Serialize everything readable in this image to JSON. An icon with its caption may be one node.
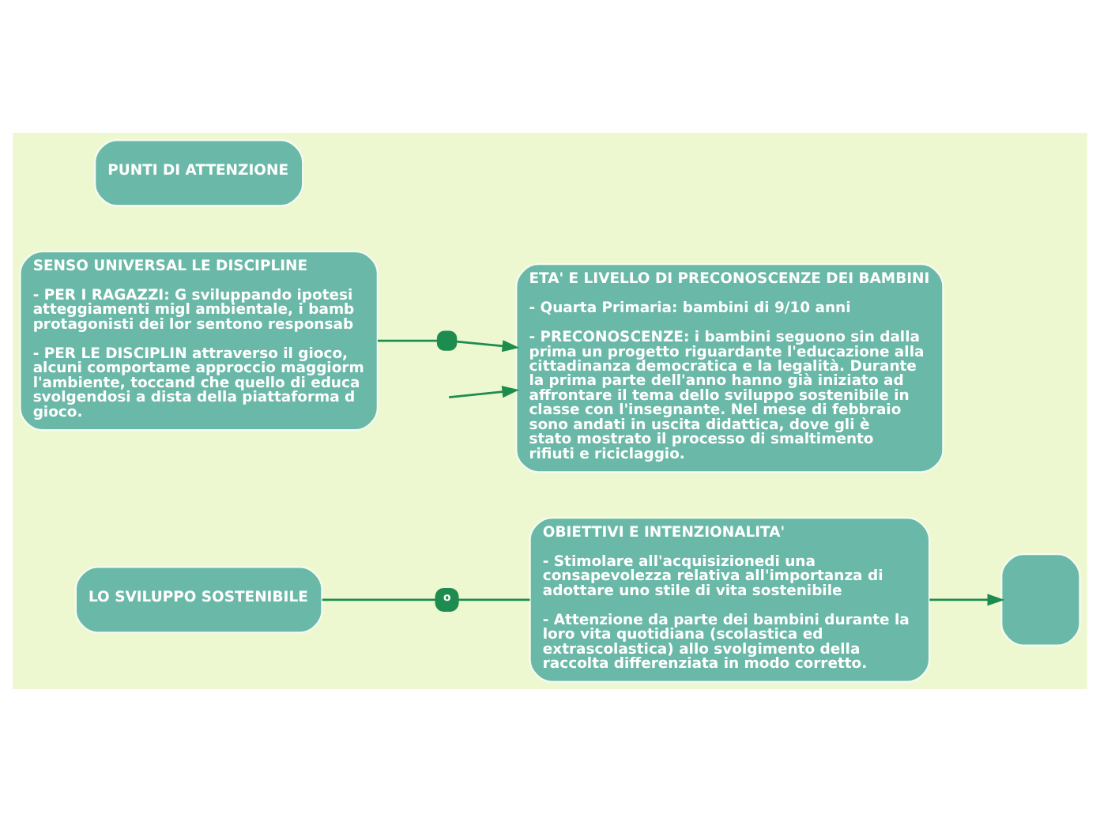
{
  "diagram": {
    "nodes": [
      {
        "text": [
          "OBIETTIVI E INTENZIONALITA'",
          "- Stimolare all'acquisizionedi una consapevolezza relativa all'importanza di adottare uno stile di vita sostenibile",
          "- Attenzione da parte dei bambini durante la loro vita quotidiana (scolastica ed extrascolastica) allo svolgimento della raccolta differenziata in modo corretto."
        ]
      },
      {
        "text": [],
        "shape": "box"
      },
      {
        "text": [
          "o"
        ]
      },
      {
        "text": [
          "LO SVILUPPO SOSTENIBILE"
        ]
      },
      {
        "text": [
          "SENSO UNIVERSAL LE DISCIPLINE",
          "- PER I RAGAZZI: G sviluppando ipotesi atteggiamenti migl ambientale, i bamb protagonisti dei lor sentono responsab",
          "- PER LE DISCIPLIN attraverso il gioco, alcuni comportame approccio maggiorm l'ambiente, toccand che quello di educa svolgendosi a dista della piattaforma d gioco."
        ]
      },
      {
        "text": [
          "ETA' E LIVELLO DI PRECONOSCENZE DEI BAMBINI",
          "- Quarta Primaria: bambini di 9/10 anni",
          "- PRECONOSCENZE: i bambini seguono sin dalla prima un progetto riguardante l'educazione alla cittadinanza democratica e la legalità. Durante la prima parte dell'anno hanno già iniziato ad affrontare il tema dello sviluppo sostenibile in classe con l'insegnante. Nel mese di febbraio sono andati in uscita didattica, dove gli è stato mostrato il processo di smaltimento rifiuti e riciclaggio."
        ]
      },
      {
        "text": [],
        "shape": "box"
      },
      {
        "text": [
          "PUNTI DI ATTENZIONE"
        ]
      }
    ],
    "edges": [
      {
        "from": 3,
        "to": 2,
        "arrow": "none"
      },
      {
        "from": 2,
        "to": 0,
        "arrow": "none"
      },
      {
        "from": 0,
        "to": 1,
        "arrow": "to"
      },
      {
        "from": 4,
        "to": 6,
        "arrow": "none"
      },
      {
        "from": 6,
        "to": 5,
        "arrow": "to"
      },
      {
        "from": null,
        "to": 5,
        "arrow": "to"
      }
    ]
  }
}
